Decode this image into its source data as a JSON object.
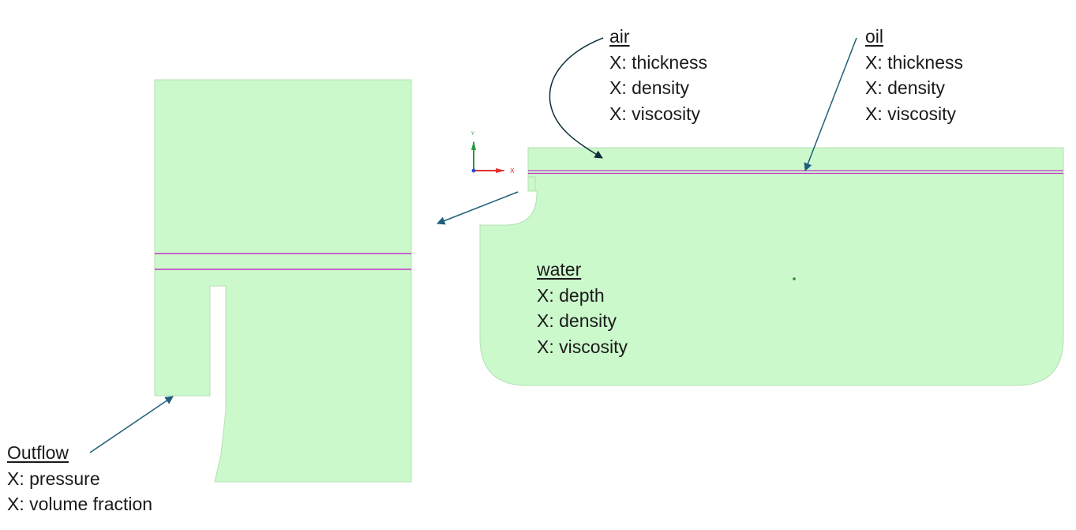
{
  "labels": {
    "air": {
      "title": "air",
      "lines": [
        "X: thickness",
        "X: density",
        "X: viscosity"
      ]
    },
    "oil": {
      "title": "oil",
      "lines": [
        "X: thickness",
        "X: density",
        "X: viscosity"
      ]
    },
    "water": {
      "title": "water",
      "lines": [
        "X: depth",
        "X: density",
        "X: viscosity"
      ]
    },
    "outflow": {
      "title": "Outflow",
      "lines": [
        "X: pressure",
        "X: volume fraction"
      ]
    }
  },
  "axes_triad": {
    "y_label": "Y",
    "x_label": "X"
  },
  "colors": {
    "domain_fill": "#ccf9cc",
    "domain_edge": "#b5dfb5",
    "interface_line": "#c236c6",
    "arrow": "#1f5f7a",
    "axis_x": "#e03030",
    "axis_y": "#2a9a3a",
    "axis_origin": "#3050d0"
  }
}
